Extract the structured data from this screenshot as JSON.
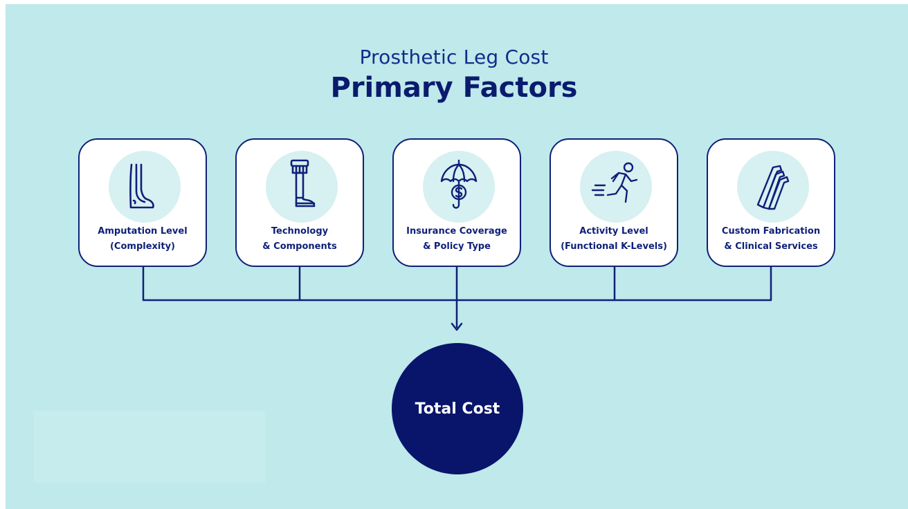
{
  "header": {
    "subtitle": "Prosthetic Leg Cost",
    "title": "Primary Factors"
  },
  "factors": [
    {
      "line1": "Amputation Level",
      "line2": "(Complexity)",
      "icon": "leg-foot-icon"
    },
    {
      "line1": "Technology",
      "line2": "& Components",
      "icon": "prosthetic-leg-icon"
    },
    {
      "line1": "Insurance Coverage",
      "line2": "& Policy Type",
      "icon": "umbrella-dollar-icon"
    },
    {
      "line1": "Activity Level",
      "line2": "(Functional K-Levels)",
      "icon": "running-person-icon"
    },
    {
      "line1": "Custom Fabrication",
      "line2": "& Clinical Services",
      "icon": "hex-key-tools-icon"
    }
  ],
  "result": {
    "label": "Total Cost"
  },
  "colors": {
    "background": "#bfe9ea",
    "navy": "#0e1f78",
    "dark_navy": "#08156b",
    "icon_circle": "#d7f0f1"
  }
}
